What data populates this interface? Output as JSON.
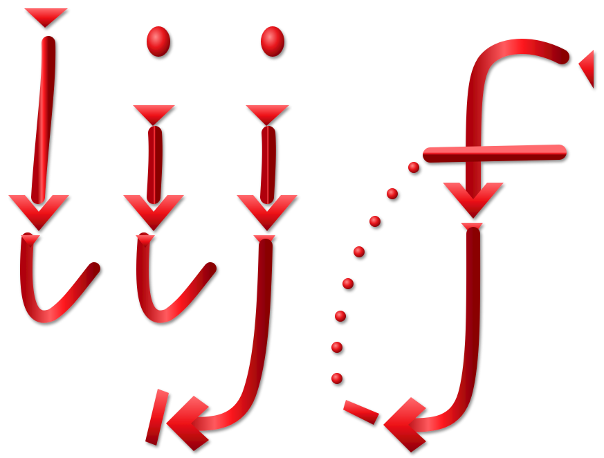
{
  "theme": {
    "background": "#ffffff",
    "stroke_color": "#e8161c",
    "stroke_highlight": "#ff8a8a",
    "stroke_shadow": "#7a0004"
  },
  "diagram": {
    "glyphs": [
      {
        "id": "l",
        "description_icon": "letter-l-stroke-order-icon"
      },
      {
        "id": "i",
        "description_icon": "letter-i-stroke-order-icon"
      },
      {
        "id": "j",
        "description_icon": "letter-j-stroke-order-icon"
      },
      {
        "id": "f",
        "description_icon": "letter-f-stroke-order-icon"
      }
    ]
  }
}
